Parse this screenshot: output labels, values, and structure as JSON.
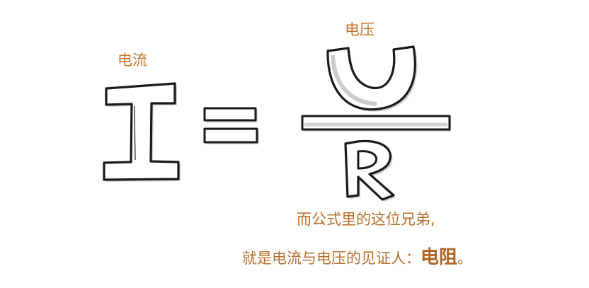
{
  "labels": {
    "current": "电流",
    "voltage": "电压"
  },
  "caption": {
    "line1": "而公式里的这位兄弟,",
    "line2_prefix": "就是电流与电压的见证人：",
    "line2_emphasis": "电阻",
    "line2_suffix": "。"
  },
  "colors": {
    "label": "#c8742a",
    "ink": "#1a1a1a",
    "shade": "#cfcfcf"
  }
}
